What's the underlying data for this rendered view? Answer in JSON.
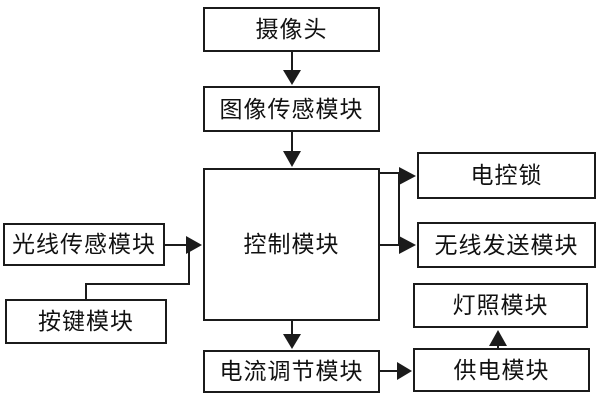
{
  "diagram": {
    "background_color": "#ffffff",
    "line_color": "#1b1b1b",
    "box_fill": "#ffffff",
    "box_border_color": "#1b1b1b",
    "nodes": {
      "camera": {
        "label": "摄像头"
      },
      "image_sensor": {
        "label": "图像传感模块"
      },
      "control": {
        "label": "控制模块"
      },
      "light_sensor": {
        "label": "光线传感模块"
      },
      "key": {
        "label": "按键模块"
      },
      "lock": {
        "label": "电控锁"
      },
      "wireless": {
        "label": "无线发送模块"
      },
      "lighting": {
        "label": "灯照模块"
      },
      "power": {
        "label": "供电模块"
      },
      "current": {
        "label": "电流调节模块"
      }
    },
    "edges": [
      {
        "from": "camera",
        "to": "image_sensor",
        "style": "arrow"
      },
      {
        "from": "image_sensor",
        "to": "control",
        "style": "arrow"
      },
      {
        "from": "light_sensor",
        "to": "control",
        "style": "arrow"
      },
      {
        "from": "key",
        "to": "control",
        "style": "line-joins-light-sensor-arrow"
      },
      {
        "from": "control",
        "to": "lock",
        "style": "arrow"
      },
      {
        "from": "control",
        "to": "wireless",
        "style": "arrow"
      },
      {
        "from": "control",
        "to": "current",
        "style": "arrow"
      },
      {
        "from": "current",
        "to": "power",
        "style": "arrow"
      },
      {
        "from": "power",
        "to": "lighting",
        "style": "arrow"
      }
    ]
  }
}
